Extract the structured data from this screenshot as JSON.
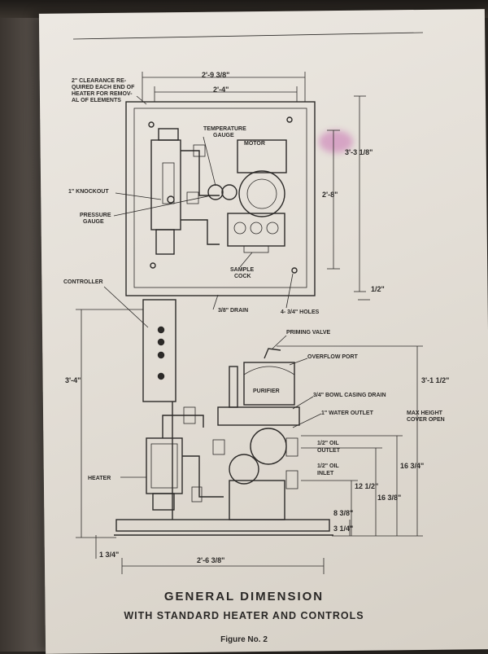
{
  "caption": {
    "title": "GENERAL DIMENSION",
    "subtitle": "WITH STANDARD HEATER AND CONTROLS",
    "figure": "Figure No. 2"
  },
  "top_view": {
    "clearance_note_1": "2\" CLEARANCE RE-",
    "clearance_note_2": "QUIRED EACH END OF",
    "clearance_note_3": "HEATER FOR REMOV-",
    "clearance_note_4": "AL OF ELEMENTS",
    "dim_overall_width": "2'-9 3/8\"",
    "dim_inner_width": "2'-4\"",
    "dim_overall_height": "3'-3 1/8\"",
    "dim_inner_height": "2'-8\"",
    "dim_edge": "1/2\"",
    "temperature_gauge_1": "TEMPERATURE",
    "temperature_gauge_2": "GAUGE",
    "motor": "MOTOR",
    "knockout": "1\" KNOCKOUT",
    "pressure_gauge_1": "PRESSURE",
    "pressure_gauge_2": "GAUGE",
    "sample_cock_1": "SAMPLE",
    "sample_cock_2": "COCK",
    "drain": "3/8\" DRAIN",
    "holes": "4- 3/4\" HOLES"
  },
  "side_view": {
    "controller": "CONTROLLER",
    "priming_valve": "PRIMING VALVE",
    "overflow_port": "OVERFLOW PORT",
    "purifier": "PURIFIER",
    "bowl_casing_drain": "3/4\" BOWL CASING DRAIN",
    "water_outlet": "1\" WATER OUTLET",
    "max_height_1": "MAX HEIGHT",
    "max_height_2": "COVER OPEN",
    "oil_outlet_1": "1/2\" OIL",
    "oil_outlet_2": "OUTLET",
    "oil_inlet_1": "1/2\" OIL",
    "oil_inlet_2": "INLET",
    "heater": "HEATER",
    "dim_controller_height": "3'-4\"",
    "dim_max_height": "3'-1 1/2\"",
    "dim_16_3_4": "16 3/4\"",
    "dim_16_3_8": "16 3/8\"",
    "dim_12_1_2": "12 1/2\"",
    "dim_8_3_8": "8 3/8\"",
    "dim_3_1_4": "3 1/4\"",
    "dim_1_3_4": "1 3/4\"",
    "dim_base_width": "2'-6 3/8\""
  }
}
